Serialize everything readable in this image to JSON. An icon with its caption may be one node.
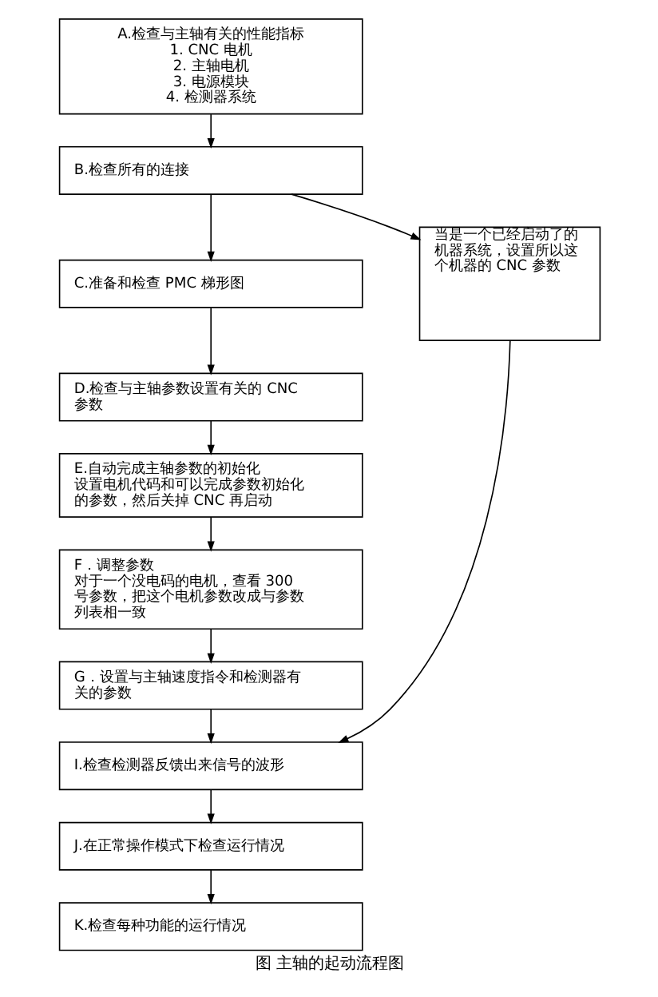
{
  "diagram": {
    "caption": "图 主轴的起动流程图",
    "nodes": [
      {
        "text": [
          "A.检查与主轴有关的性能指标",
          "1. CNC 电机",
          "2. 主轴电机",
          "3. 电源模块",
          "4. 检测器系统"
        ]
      },
      {
        "text": [
          "B.检查所有的连接"
        ]
      },
      {
        "text": [
          "C.准备和检查 PMC 梯形图"
        ]
      },
      {
        "text": [
          "D.检查与主轴参数设置有关的 CNC 参数"
        ]
      },
      {
        "text": [
          "E.自动完成主轴参数的初始化",
          "设置电机代码和可以完成参数初始化的参数，然后关掉 CNC 再启动"
        ]
      },
      {
        "text": [
          "F．调整参数",
          "对于一个没电码的电机，查看 300 号参数，把这个电机参数改成与参数列表相一致"
        ]
      },
      {
        "text": [
          "G．设置与主轴速度指令和检测器有关的参数"
        ]
      },
      {
        "text": [
          "当是一个已经启动了的机器系统，设置所以这个机器的 CNC 参数"
        ]
      },
      {
        "text": [
          "I.检查检测器反馈出来信号的波形"
        ]
      },
      {
        "text": [
          "J.在正常操作模式下检查运行情况"
        ]
      },
      {
        "text": [
          "K.检查每种功能的运行情况"
        ]
      }
    ],
    "edges": [
      {
        "from": 0,
        "to": 1,
        "arrow": "to"
      },
      {
        "from": 1,
        "to": 2,
        "arrow": "to"
      },
      {
        "from": 1,
        "to": 7,
        "arrow": "to"
      },
      {
        "from": 2,
        "to": 3,
        "arrow": "to"
      },
      {
        "from": 3,
        "to": 4,
        "arrow": "to"
      },
      {
        "from": 4,
        "to": 5,
        "arrow": "to"
      },
      {
        "from": 5,
        "to": 6,
        "arrow": "to"
      },
      {
        "from": 6,
        "to": 8,
        "arrow": "to"
      },
      {
        "from": 7,
        "to": 8,
        "arrow": "to"
      },
      {
        "from": 8,
        "to": 9,
        "arrow": "to"
      },
      {
        "from": 9,
        "to": 10,
        "arrow": "to"
      }
    ]
  }
}
